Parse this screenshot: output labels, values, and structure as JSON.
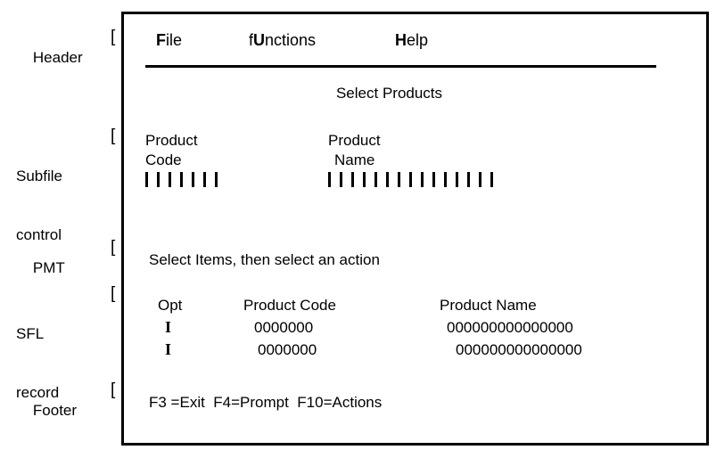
{
  "annotations": [
    {
      "id": "header",
      "line1": "Header",
      "line2": "",
      "bracket": "["
    },
    {
      "id": "subfile",
      "line1": "Subfile",
      "line2": "control",
      "bracket": "["
    },
    {
      "id": "pmt",
      "line1": "PMT",
      "line2": "",
      "bracket": "["
    },
    {
      "id": "sfl",
      "line1": "SFL",
      "line2": "record",
      "bracket": "["
    },
    {
      "id": "footer",
      "line1": "Footer",
      "line2": "",
      "bracket": "["
    }
  ],
  "screen": {
    "menu": {
      "file": {
        "mnemonic": "F",
        "rest": "ile"
      },
      "functions": {
        "prefix": "f",
        "mnemonic": "U",
        "rest": "nctions"
      },
      "help": {
        "mnemonic": "H",
        "rest": "elp"
      }
    },
    "title": "Select Products",
    "subfile_control": {
      "code_header_line1": "Product",
      "code_header_line2": "Code",
      "code_field_length": 7,
      "name_header_line1": "Product",
      "name_header_line2": "Name",
      "name_field_length": 15
    },
    "prompt": "Select Items, then select an action",
    "subfile_record": {
      "columns": [
        "Opt",
        "Product Code",
        "Product Name"
      ],
      "rows": [
        {
          "opt": "I",
          "code": "0000000",
          "name": "000000000000000"
        },
        {
          "opt": "I",
          "code": "0000000",
          "name": "000000000000000"
        }
      ]
    },
    "footer": "F3 =Exit  F4=Prompt  F10=Actions"
  },
  "colors": {
    "ink": "#000000",
    "paper": "#ffffff"
  }
}
